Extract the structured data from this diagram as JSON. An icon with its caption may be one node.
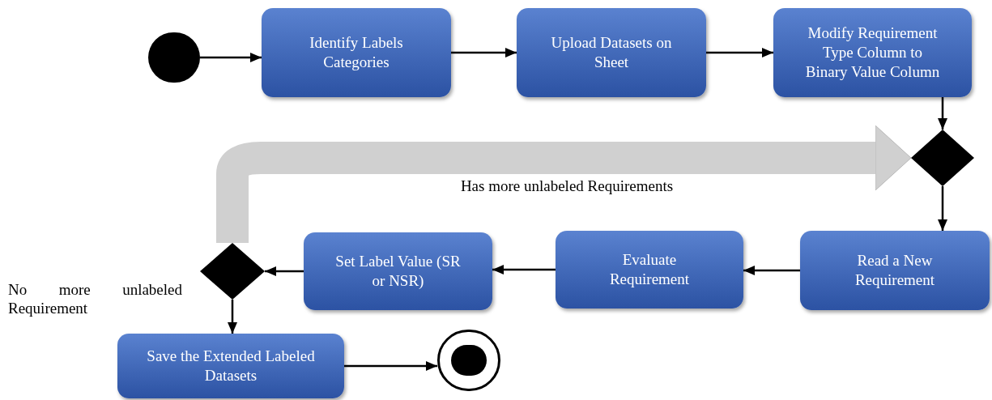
{
  "diagram": {
    "nodes": [
      {
        "text": [],
        "shape": "circle"
      },
      {
        "text": [
          "Identify Labels Categories"
        ]
      },
      {
        "text": [
          "Upload Datasets on Sheet"
        ]
      },
      {
        "text": [
          "Modify Requirement Type Column to Binary Value Column"
        ]
      },
      {
        "text": [],
        "shape": "diamond"
      },
      {
        "text": [
          "Read a New Requirement"
        ]
      },
      {
        "text": [
          "Evaluate Requirement"
        ]
      },
      {
        "text": [
          "Set Label Value (SR or NSR)"
        ]
      },
      {
        "text": [],
        "shape": "diamond"
      },
      {
        "text": [
          "Save the Extended Labeled Datasets"
        ]
      },
      {
        "text": [],
        "shape": "bullseye"
      }
    ],
    "edges": [
      {
        "from": 0,
        "to": 1,
        "arrow": "to"
      },
      {
        "from": 1,
        "to": 2,
        "arrow": "to"
      },
      {
        "from": 2,
        "to": 3,
        "arrow": "to"
      },
      {
        "from": 3,
        "to": 4,
        "arrow": "to"
      },
      {
        "from": 4,
        "to": 5,
        "arrow": "to"
      },
      {
        "from": 5,
        "to": 6,
        "arrow": "to"
      },
      {
        "from": 6,
        "to": 7,
        "arrow": "to"
      },
      {
        "from": 7,
        "to": 8,
        "arrow": "to"
      },
      {
        "from": 8,
        "to": 4,
        "arrow": "to",
        "label": "Has more unlabeled Requirements",
        "style": "thick",
        "color": "#d0d0d0"
      },
      {
        "from": 8,
        "to": 9,
        "arrow": "to",
        "label": "No more unlabeled Requirement"
      },
      {
        "from": 9,
        "to": 10,
        "arrow": "to"
      }
    ]
  }
}
